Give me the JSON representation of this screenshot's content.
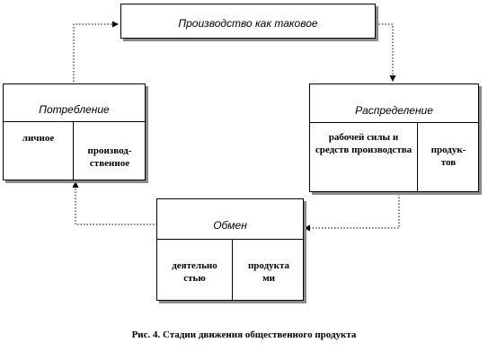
{
  "production": {
    "title": "Производство  как таковое"
  },
  "distribution": {
    "title": "Распределение",
    "cells": [
      "рабочей силы и средств производства",
      "продук-\nтов"
    ]
  },
  "exchange": {
    "title": "Обмен",
    "cells": [
      "деятельно\nстью",
      "продукта\nми"
    ]
  },
  "consumption": {
    "title": "Потребление",
    "cells": [
      "личное",
      "производ-\nственное"
    ]
  },
  "caption": "Рис. 4. Стадии движения общественного продукта",
  "colors": {
    "line": "#000000",
    "shadow": "#8a8a8a"
  }
}
